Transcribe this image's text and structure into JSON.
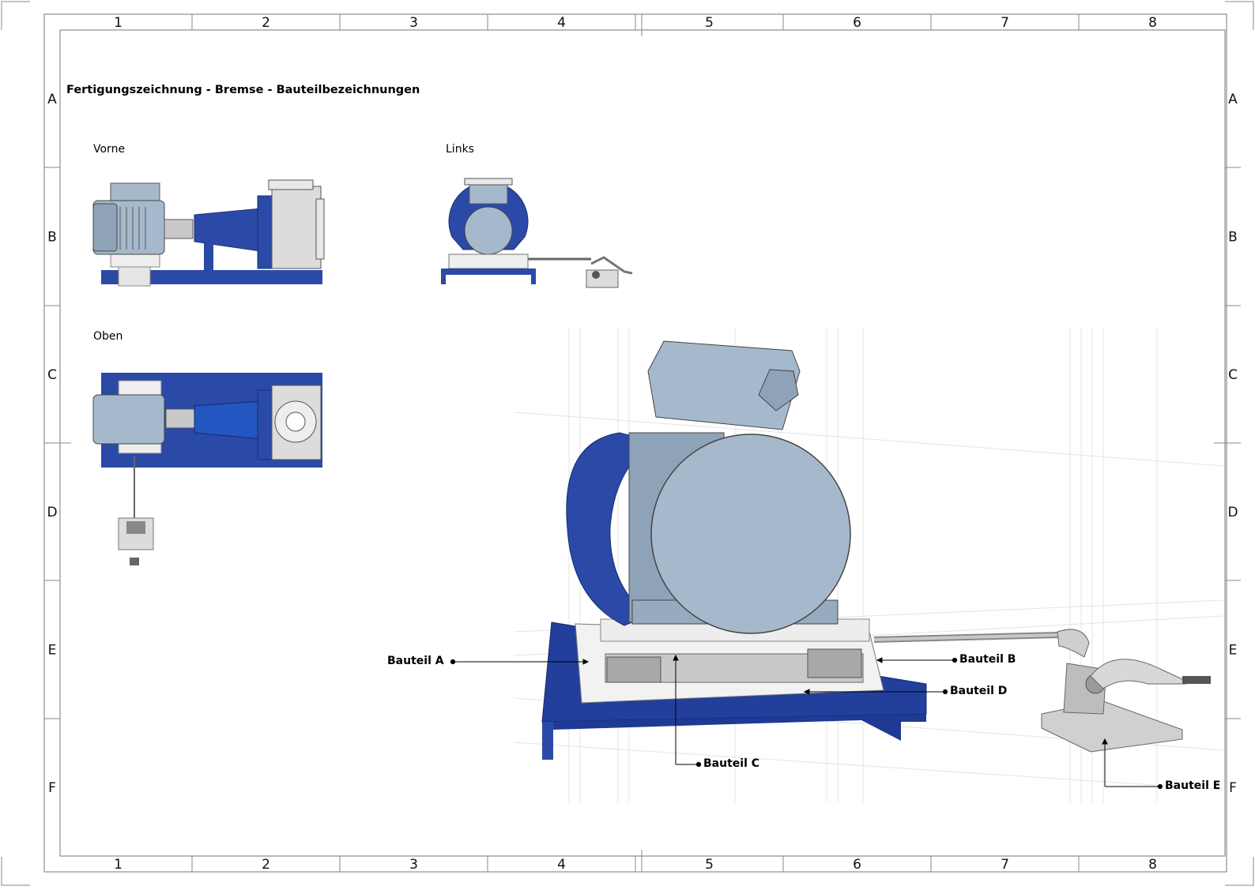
{
  "title": "Fertigungszeichnung - Bremse - Bauteilbezeichnungen",
  "grid": {
    "columns": [
      "1",
      "2",
      "3",
      "4",
      "5",
      "6",
      "7",
      "8"
    ],
    "rows": [
      "A",
      "B",
      "C",
      "D",
      "E",
      "F"
    ]
  },
  "views": {
    "front": "Vorne",
    "left": "Links",
    "top": "Oben"
  },
  "callouts": {
    "a": "Bauteil A",
    "b": "Bauteil B",
    "c": "Bauteil C",
    "d": "Bauteil D",
    "e": "Bauteil E"
  },
  "colors": {
    "frame_blue": "#2b4aa8",
    "motor_grey": "#a6b9cc",
    "steel": "#d4d4d4",
    "line": "#000000"
  }
}
